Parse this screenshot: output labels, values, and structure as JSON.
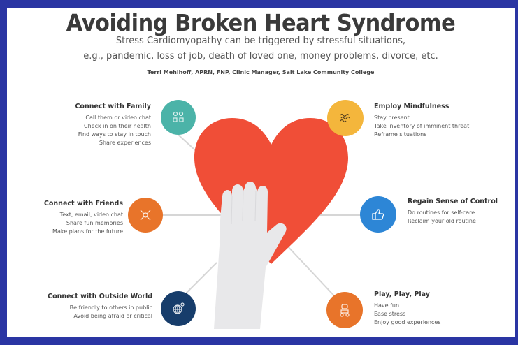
{
  "header": {
    "title": "Avoiding Broken Heart Syndrome",
    "subtitle_line1": "Stress Cardiomyopathy can be triggered by stressful situations,",
    "subtitle_line2": "e.g., pandemic, loss of job, death of loved one, money problems, divorce, etc.",
    "byline": "Terri Mehlhoff, APRN, FNP, Clinic Manager, Salt Lake Community College"
  },
  "colors": {
    "border": "#2a35a3",
    "heart": "#f04e37",
    "hand": "#e8e8ea",
    "connector": "#d6d6d6",
    "family": "#4bb3a8",
    "mindfulness": "#f4b63c",
    "friends": "#e8742a",
    "control": "#2d86d6",
    "outside_world": "#173d6b",
    "play": "#e8742a"
  },
  "center": {
    "heart_icon": "heart-icon",
    "hand_icon": "hand-icon"
  },
  "items": [
    {
      "id": "family",
      "heading": "Connect with Family",
      "icon": "family-icon",
      "lines": [
        "Call them or video chat",
        "Check in on their health",
        "Find ways to stay in touch",
        "Share experiences"
      ]
    },
    {
      "id": "mindfulness",
      "heading": "Employ Mindfulness",
      "icon": "mindfulness-waves-icon",
      "lines": [
        "Stay present",
        "Take inventory of imminent threat",
        "Reframe situations"
      ]
    },
    {
      "id": "friends",
      "heading": "Connect with Friends",
      "icon": "friends-network-icon",
      "lines": [
        "Text, email, video chat",
        "Share fun memories",
        "Make plans for the future"
      ]
    },
    {
      "id": "control",
      "heading": "Regain Sense of Control",
      "icon": "thumbs-up-icon",
      "lines": [
        "Do routines for self-care",
        "Reclaim your old routine"
      ]
    },
    {
      "id": "outside_world",
      "heading": "Connect with Outside World",
      "icon": "globe-icon",
      "lines": [
        "Be friendly to others in public",
        "Avoid being afraid or critical"
      ]
    },
    {
      "id": "play",
      "heading": "Play, Play, Play",
      "icon": "play-person-icon",
      "lines": [
        "Have fun",
        "Ease stress",
        "Enjoy good experiences"
      ]
    }
  ]
}
